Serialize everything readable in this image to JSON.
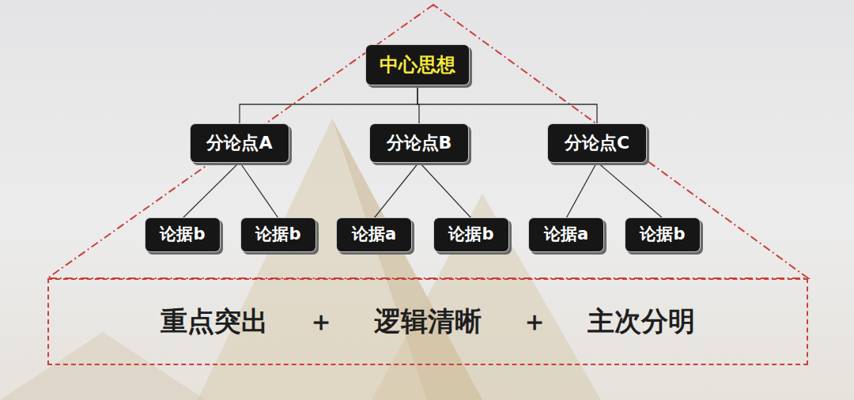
{
  "diagram": {
    "nodes": [
      {
        "text": [
          "中心思想"
        ]
      },
      {
        "text": [
          "分论点A"
        ]
      },
      {
        "text": [
          "分论点B"
        ]
      },
      {
        "text": [
          "分论点C"
        ]
      },
      {
        "text": [
          "论据b"
        ]
      },
      {
        "text": [
          "论据b"
        ]
      },
      {
        "text": [
          "论据a"
        ]
      },
      {
        "text": [
          "论据b"
        ]
      },
      {
        "text": [
          "论据a"
        ]
      },
      {
        "text": [
          "论据b"
        ]
      },
      {
        "text": [
          "重点突出",
          "＋",
          "逻辑清晰",
          "＋",
          "主次分明"
        ]
      }
    ],
    "edges": [
      {
        "from": 0,
        "to": 1,
        "arrow": "none"
      },
      {
        "from": 0,
        "to": 2,
        "arrow": "none"
      },
      {
        "from": 0,
        "to": 3,
        "arrow": "none"
      },
      {
        "from": 1,
        "to": 4,
        "arrow": "none"
      },
      {
        "from": 1,
        "to": 5,
        "arrow": "none"
      },
      {
        "from": 2,
        "to": 6,
        "arrow": "none"
      },
      {
        "from": 2,
        "to": 7,
        "arrow": "none"
      },
      {
        "from": 3,
        "to": 8,
        "arrow": "none"
      },
      {
        "from": 3,
        "to": 9,
        "arrow": "none"
      }
    ]
  }
}
